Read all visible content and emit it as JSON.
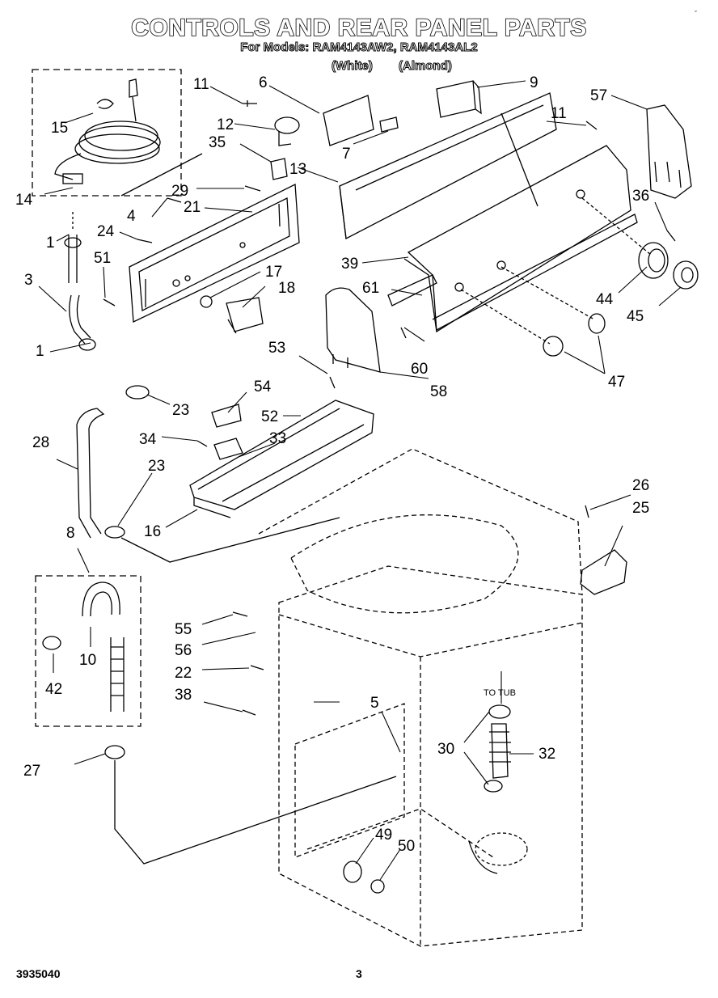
{
  "header": {
    "title": "CONTROLS AND REAR PANEL PARTS",
    "subtitle": "For Models: RAM4143AW2, RAM4143AL2",
    "variant_white": "(White)",
    "variant_almond": "(Almond)",
    "corner_mark": "ˇ"
  },
  "footer": {
    "doc_number": "3935040",
    "page_number": "3"
  },
  "callouts": {
    "c1a": "1",
    "c1b": "1",
    "c3": "3",
    "c4": "4",
    "c5": "5",
    "c6": "6",
    "c7": "7",
    "c8": "8",
    "c9": "9",
    "c10": "10",
    "c11a": "11",
    "c11b": "11",
    "c12": "12",
    "c13": "13",
    "c14": "14",
    "c15": "15",
    "c16": "16",
    "c17": "17",
    "c18": "18",
    "c21": "21",
    "c22": "22",
    "c23a": "23",
    "c23b": "23",
    "c24": "24",
    "c25": "25",
    "c26": "26",
    "c27": "27",
    "c28": "28",
    "c29": "29",
    "c30": "30",
    "c32": "32",
    "c33": "33",
    "c34": "34",
    "c35": "35",
    "c36": "36",
    "c38": "38",
    "c39": "39",
    "c42": "42",
    "c44": "44",
    "c45": "45",
    "c47": "47",
    "c49": "49",
    "c50": "50",
    "c51": "51",
    "c52": "52",
    "c53": "53",
    "c54": "54",
    "c55": "55",
    "c56": "56",
    "c57": "57",
    "c58": "58",
    "c60": "60",
    "c61": "61"
  },
  "annotations": {
    "to_tub": "TO TUB"
  }
}
